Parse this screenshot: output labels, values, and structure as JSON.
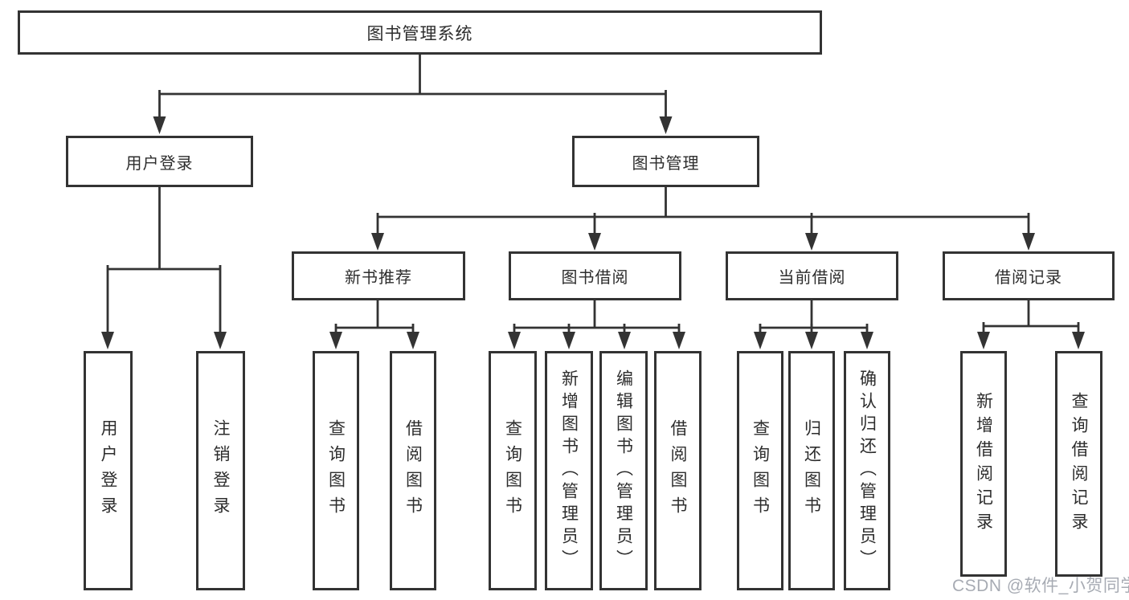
{
  "nodes": {
    "root": "图书管理系统",
    "level2": [
      "用户登录",
      "图书管理"
    ],
    "level3": [
      "新书推荐",
      "图书借阅",
      "当前借阅",
      "借阅记录"
    ],
    "leaves_user_login": [
      "用户登录",
      "注销登录"
    ],
    "leaves_new_book": [
      "查询图书",
      "借阅图书"
    ],
    "leaves_book_borrow": [
      "查询图书",
      "新增图书（管理员）",
      "编辑图书（管理员）",
      "借阅图书"
    ],
    "leaves_current_borrow": [
      "查询图书",
      "归还图书",
      "确认归还（管理员）"
    ],
    "leaves_borrow_record": [
      "新增借阅记录",
      "查询借阅记录"
    ]
  },
  "watermark": "CSDN @软件_小贺同学",
  "colors": {
    "line": "#333333",
    "text": "#2d2d2d",
    "box_fill": "#ffffff",
    "watermark": "#9498a2"
  }
}
